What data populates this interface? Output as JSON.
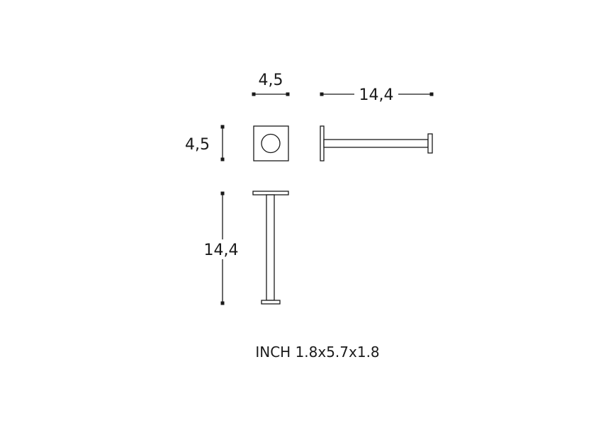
{
  "dimensions": {
    "top_width": "4,5",
    "side_length": "14,4",
    "left_height": "4,5",
    "front_length": "14,4"
  },
  "caption": "INCH 1.8x5.7x1.8"
}
